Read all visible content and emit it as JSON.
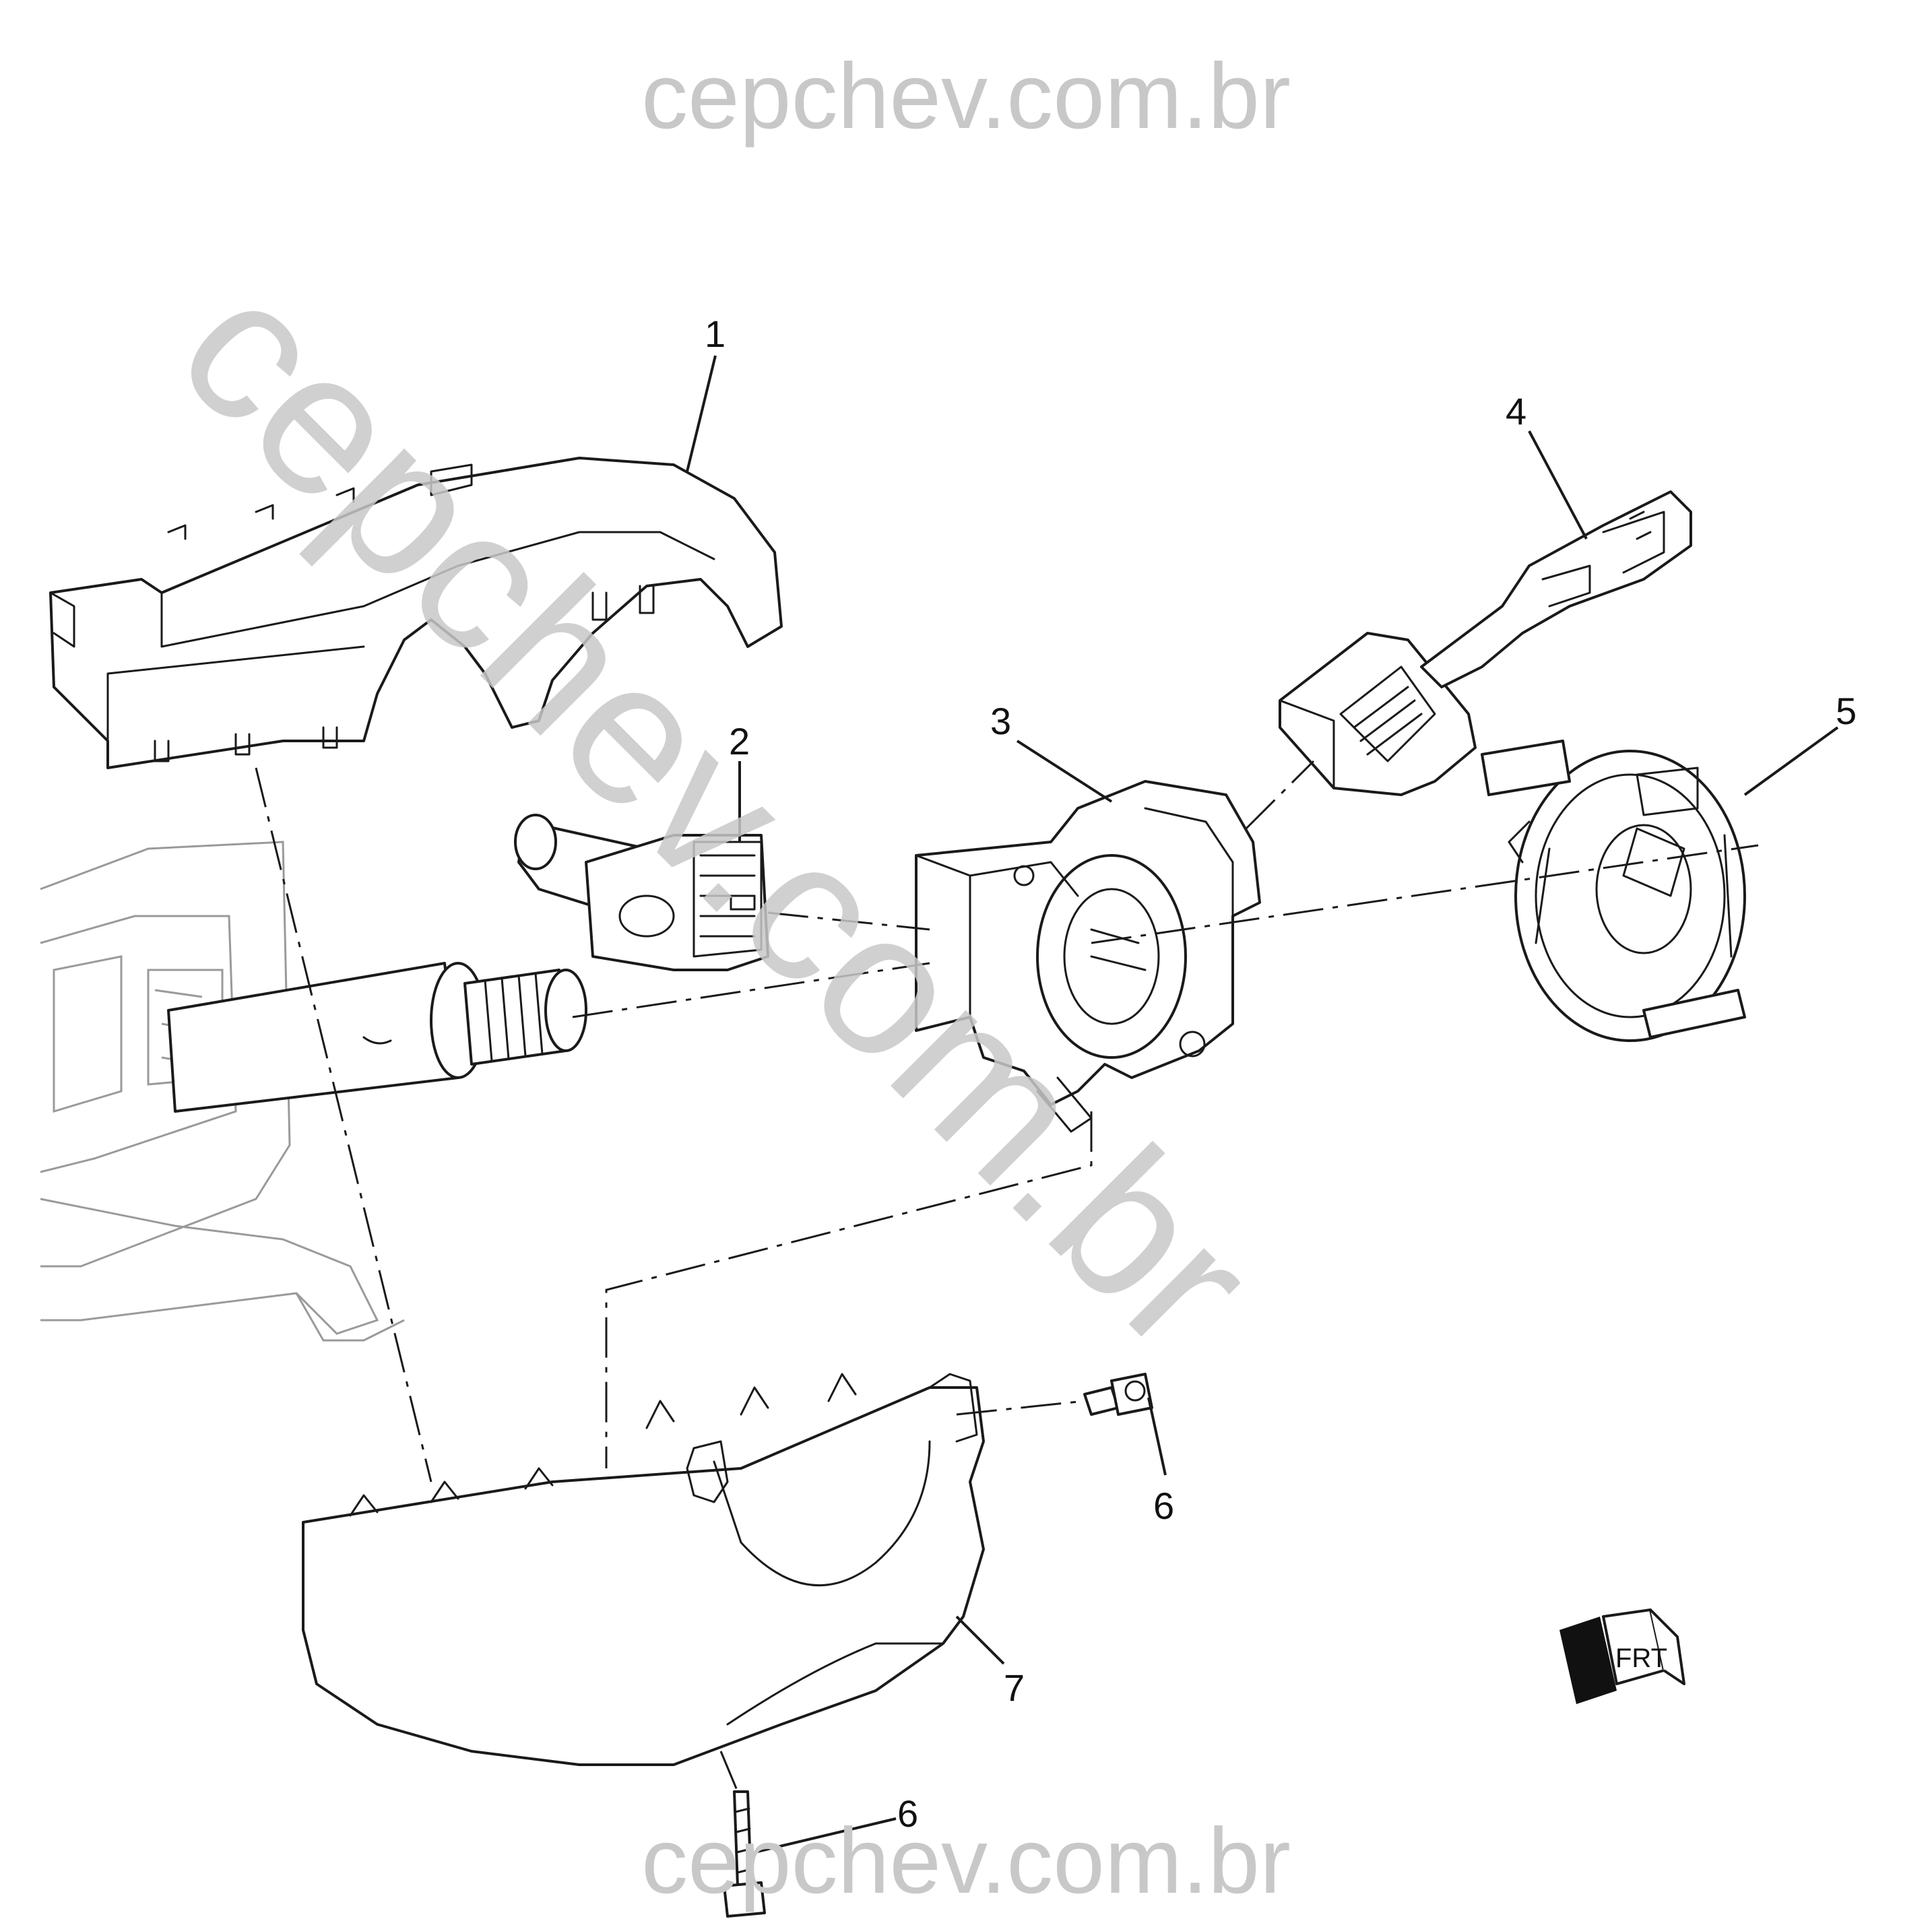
{
  "watermark": {
    "top": "cepchev.com.br",
    "diagonal": "cepchev.com.br",
    "bottom": "cepchev.com.br"
  },
  "callouts": [
    {
      "id": "1",
      "label": "1"
    },
    {
      "id": "2",
      "label": "2"
    },
    {
      "id": "3",
      "label": "3"
    },
    {
      "id": "4",
      "label": "4"
    },
    {
      "id": "5",
      "label": "5"
    },
    {
      "id": "6a",
      "label": "6"
    },
    {
      "id": "6b",
      "label": "6"
    },
    {
      "id": "7",
      "label": "7"
    }
  ],
  "direction_marker": {
    "label": "FRT"
  },
  "colors": {
    "line": "#1a1a1a",
    "watermark": "#c8c8c8",
    "background": "#ffffff"
  }
}
